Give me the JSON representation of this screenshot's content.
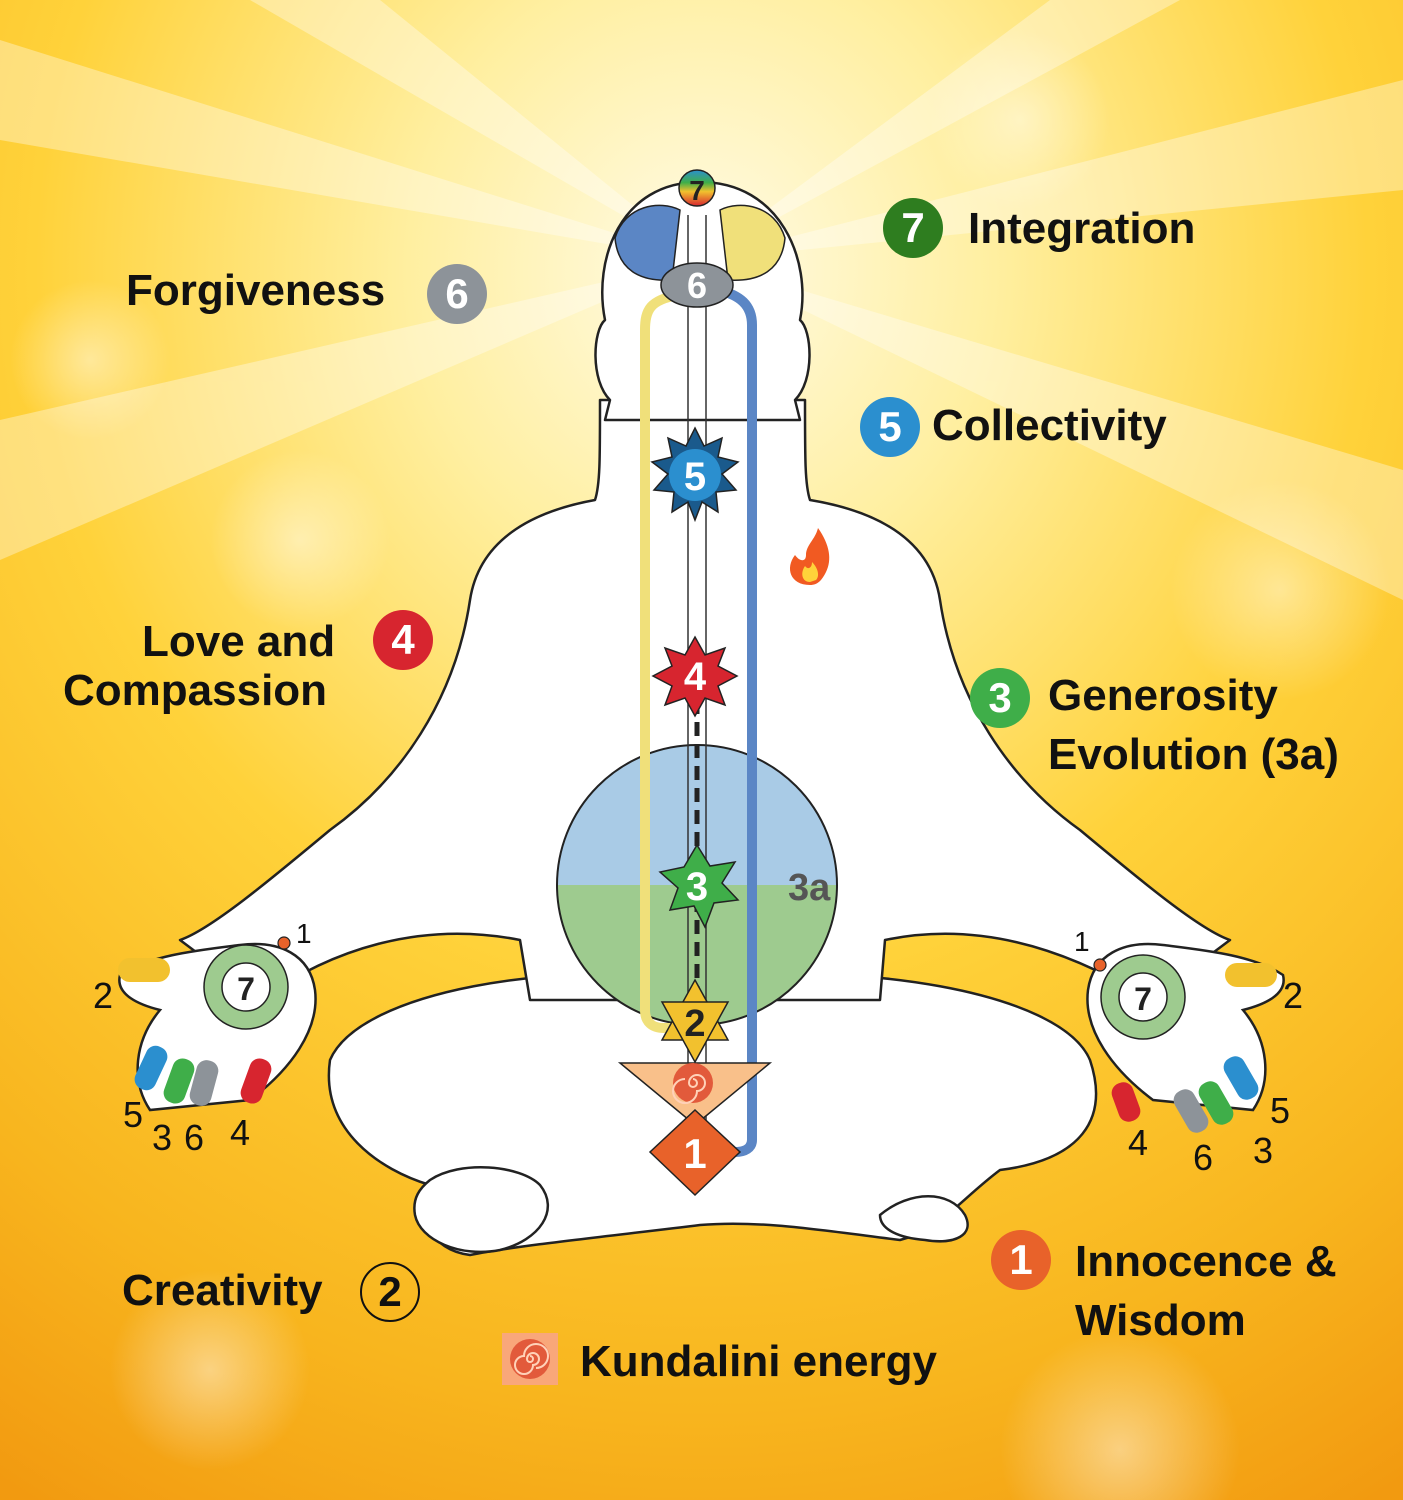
{
  "colors": {
    "background_center": "#FFF8D0",
    "background_mid": "#FFD23A",
    "background_edge": "#F29A10",
    "chakra_1": "#E8622A",
    "chakra_2": "#F2C12E",
    "chakra_3": "#3FAE49",
    "chakra_4": "#D7252F",
    "chakra_5": "#2B8FCF",
    "chakra_6": "#8D9399",
    "chakra_7": "#2E7D1F",
    "left_channel": "#F0E07A",
    "right_channel": "#5B86C5",
    "void_upper": "#A9CBE6",
    "void_lower": "#9ECB8F"
  },
  "labels": {
    "integration": {
      "number": "7",
      "text": "Integration"
    },
    "forgiveness": {
      "number": "6",
      "text": "Forgiveness"
    },
    "collectivity": {
      "number": "5",
      "text": "Collectivity"
    },
    "love": {
      "number": "4",
      "line1": "Love and",
      "line2": "Compassion"
    },
    "generosity": {
      "number": "3",
      "line1": "Generosity",
      "line2": "Evolution (3a)"
    },
    "creativity": {
      "number": "2",
      "text": "Creativity"
    },
    "innocence": {
      "number": "1",
      "line1": "Innocence &",
      "line2": "Wisdom"
    },
    "kundalini": {
      "text": "Kundalini energy",
      "icon": "spiral-icon"
    }
  },
  "figure": {
    "chakra_numbers": [
      "1",
      "2",
      "3",
      "4",
      "5",
      "6",
      "7"
    ],
    "void_label": "3a",
    "heart_icon": "flame-icon"
  },
  "left_hand": {
    "palm": "7",
    "thumb_dot": "1",
    "index": "2",
    "f5": "5",
    "f3": "3",
    "f6": "6",
    "f4": "4"
  },
  "right_hand": {
    "palm": "7",
    "thumb_dot": "1",
    "index": "2",
    "f5": "5",
    "f3": "3",
    "f6": "6",
    "f4": "4"
  }
}
